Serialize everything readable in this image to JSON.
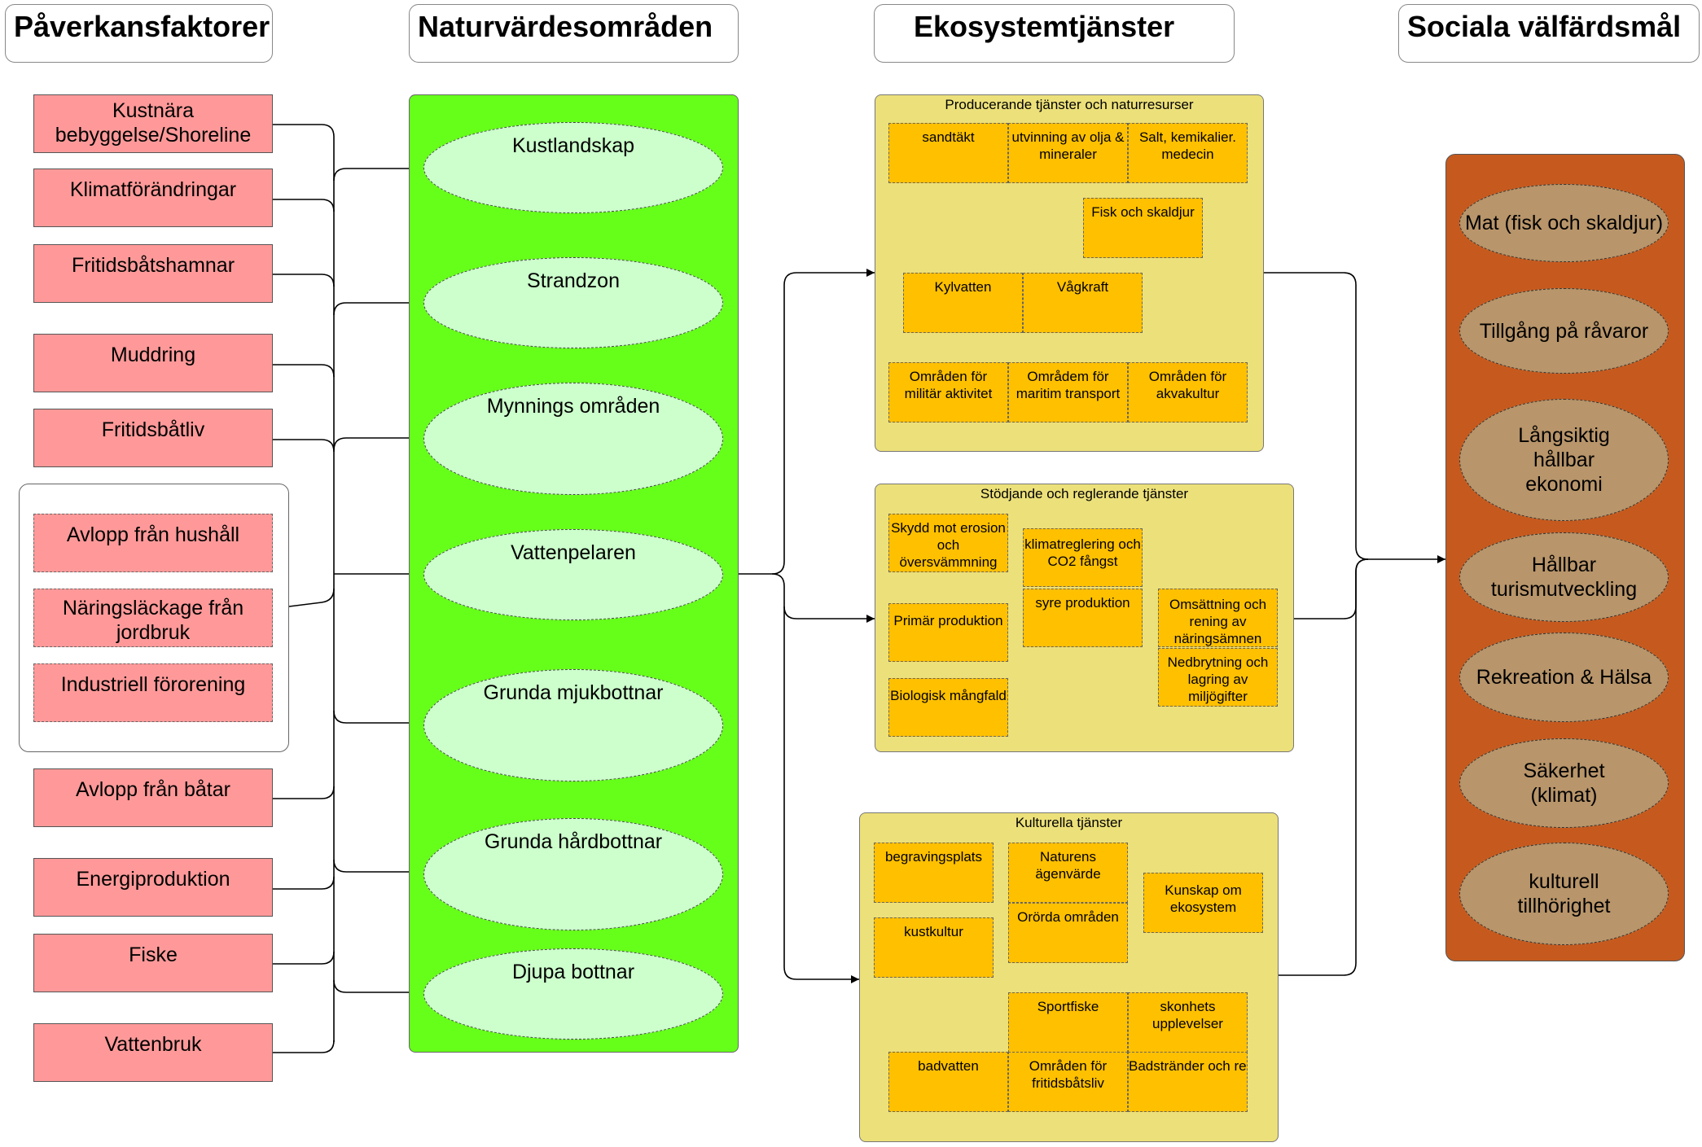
{
  "headers": {
    "pafaktorer": "Påverkansfaktorer",
    "naturvarde": "Naturvärdesområden",
    "ekosystem": "Ekosystemtjänster",
    "sociala": "Sociala välfärdsmål"
  },
  "pafaktorer": [
    "Kustnära bebyggelse/Shoreline",
    "Klimatförändringar",
    "Fritidsbåtshamnar",
    "Muddring",
    "Fritidsbåtliv",
    "Avlopp från båtar",
    "Energiproduktion",
    "Fiske",
    "Vattenbruk"
  ],
  "pafaktorer_group": [
    "Avlopp från hushåll",
    "Näringsläckage från jordbruk",
    "Industriell förorening"
  ],
  "naturvarde": [
    "Kustlandskap",
    "Strandzon",
    "Mynnings områden",
    "Vattenpelaren",
    "Grunda mjukbottnar",
    "Grunda hårdbottnar",
    "Djupa bottnar"
  ],
  "eco": {
    "producerande": {
      "title": "Producerande tjänster och naturresurser",
      "items": [
        "sandtäkt",
        "utvinning av olja & mineraler",
        "Salt, kemikalier. medecin",
        "Fisk och skaldjur",
        "Kylvatten",
        "Vågkraft",
        "Områden för militär aktivitet",
        "Områdem för maritim transport",
        "Områden för akvakultur"
      ]
    },
    "stodjande": {
      "title": "Stödjande och reglerande tjänster",
      "items": [
        "Skydd mot erosion och översvämmning",
        "klimatreglering och CO2 fångst",
        "syre produktion",
        "Primär produktion",
        "Omsättning och rening av näringsämnen",
        "Nedbrytning och lagring av miljögifter",
        "Biologisk mångfald"
      ]
    },
    "kulturella": {
      "title": "Kulturella tjänster",
      "items": [
        "begravingsplats",
        "Naturens ägenvärde",
        "Kunskap om ekosystem",
        "Orörda områden",
        "kustkultur",
        "Sportfiske",
        "skonhets upplevelser",
        "badvatten",
        "Områden för fritidsbåtsliv",
        "Badstränder och rekreationsområden"
      ]
    }
  },
  "sociala": [
    "Mat (fisk och skaldjur)",
    "Tillgång på råvaror",
    "Långsiktig hållbar ekonomi",
    "Hållbar turismutveckling",
    "Rekreation & Hälsa",
    "Säkerhet (klimat)",
    "kulturell tillhörighet"
  ],
  "colors": {
    "pafaktor_fill": "#ff9999",
    "naturvarde_column": "#66ff1a",
    "naturvarde_ellipse": "#ccffcc",
    "eco_panel": "#ece07a",
    "eco_item": "#ffc000",
    "sociala_column": "#c65a1e",
    "sociala_ellipse": "#b8956a"
  }
}
